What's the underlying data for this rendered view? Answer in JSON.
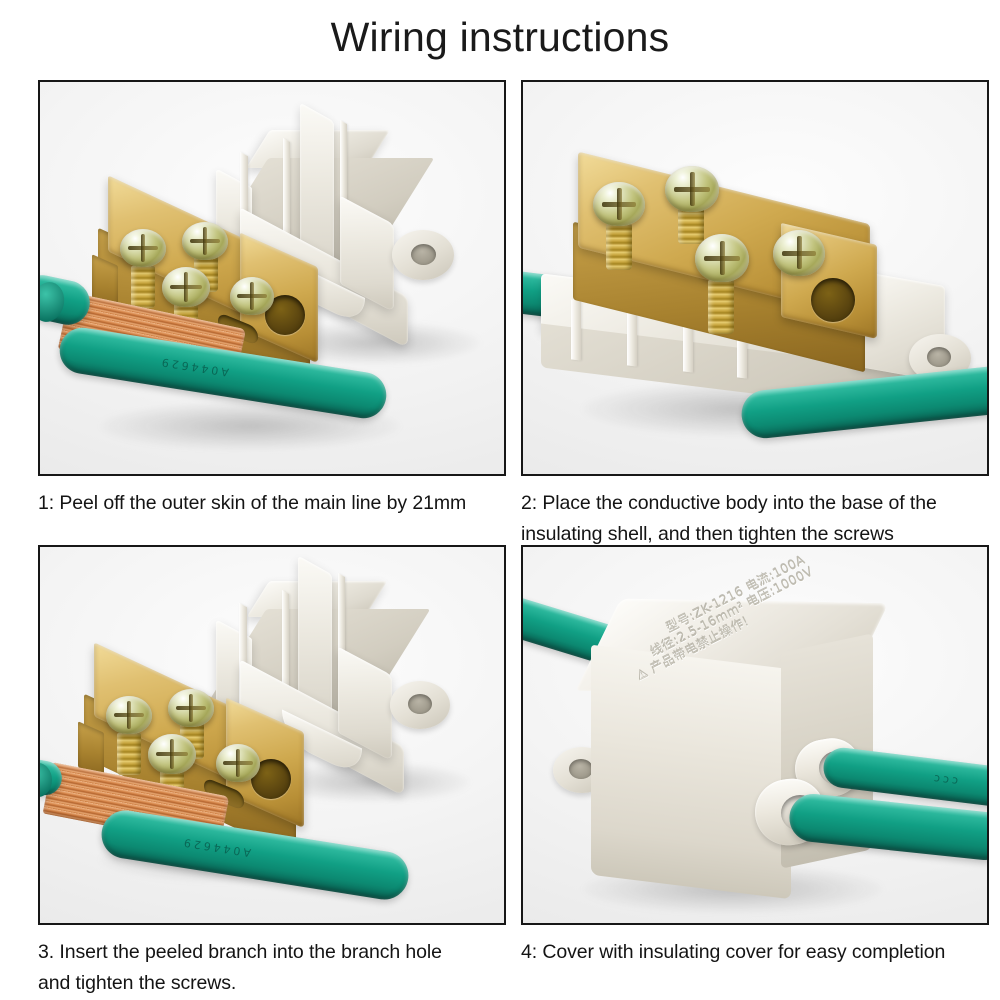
{
  "page": {
    "title": "Wiring instructions",
    "background_color": "#ffffff"
  },
  "colors": {
    "wire_green": "#11a085",
    "copper": "#c97a3e",
    "brass": "#cfa94f",
    "shell_white": "#ece9e0",
    "text": "#141414",
    "panel_border": "#171717"
  },
  "steps": [
    {
      "id": "step-1",
      "number": "1",
      "caption_lines": [
        "1: Peel off the outer skin of the main line by 21mm"
      ],
      "wire_marking": "A044629"
    },
    {
      "id": "step-2",
      "number": "2",
      "caption_lines": [
        "2: Place the conductive body into the base of the",
        "insulating shell, and then tighten the screws"
      ],
      "wire_marking": ""
    },
    {
      "id": "step-3",
      "number": "3",
      "caption_lines": [
        "3. Insert the peeled branch into the branch hole",
        "and tighten the screws."
      ],
      "wire_marking": "A044629"
    },
    {
      "id": "step-4",
      "number": "4",
      "caption_lines": [
        "4: Cover with insulating cover for easy completion"
      ],
      "wire_marking": "ccc",
      "product_label": {
        "line1": "型号:ZK-1216   电流:100A",
        "line2": "线径:2.5-16mm²  电压:1000V",
        "line3": "⚠ 产品带电禁止操作!"
      }
    }
  ]
}
